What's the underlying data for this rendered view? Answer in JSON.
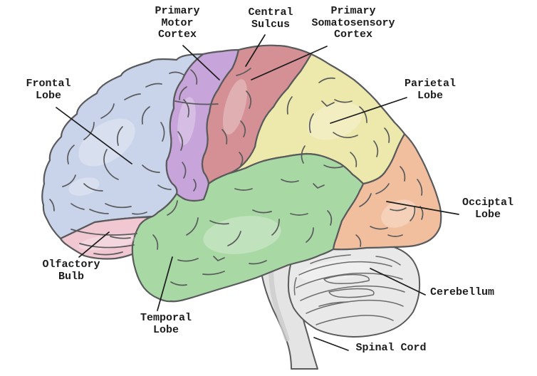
{
  "diagram": {
    "background_color": "#ffffff",
    "outline_color": "#595a5c",
    "sulcus_color": "#595a5c",
    "cerebellum_fold_color": "#6b6b6b",
    "spinal_shade_color": "#cccccc",
    "leader_line_color": "#1c1c1c",
    "text_color": "#1c1c1c",
    "labels": {
      "frontal_lobe": "Frontal\nLobe",
      "primary_motor_cortex": "Primary\nMotor\nCortex",
      "central_sulcus": "Central\nSulcus",
      "primary_somatosensory_cortex": "Primary\nSomatosensory\nCortex",
      "parietal_lobe": "Parietal\nLobe",
      "occipital_lobe": "Occiptal\nLobe",
      "olfactory_bulb": "Olfactory\nBulb",
      "temporal_lobe": "Temporal\nLobe",
      "cerebellum": "Cerebellum",
      "spinal_cord": "Spinal Cord"
    },
    "region_colors": {
      "frontal_lobe": "#c9d3ea",
      "primary_motor_cortex": "#c7a4d9",
      "primary_somatosensory_cortex": "#d49094",
      "parietal_lobe": "#ede8ab",
      "occipital_lobe": "#f2bf9e",
      "temporal_lobe": "#a8d8a4",
      "olfactory_bulb": "#f1c7d2",
      "cerebellum": "#e9e9e9",
      "spinal_cord": "#e4e4e4"
    }
  }
}
